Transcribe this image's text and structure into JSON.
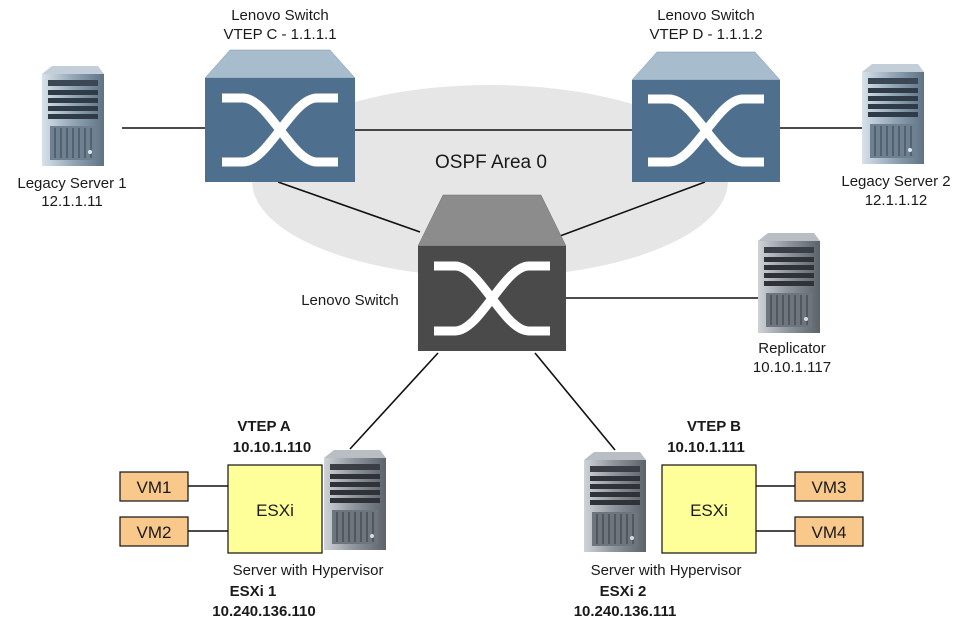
{
  "area": {
    "label": "OSPF Area 0"
  },
  "switches": {
    "vtep_c": {
      "name": "Lenovo Switch",
      "vtep": "VTEP C - 1.1.1.1"
    },
    "vtep_d": {
      "name": "Lenovo Switch",
      "vtep": "VTEP D - 1.1.1.2"
    },
    "core": {
      "name": "Lenovo Switch"
    }
  },
  "servers": {
    "legacy1": {
      "name": "Legacy Server 1",
      "ip": "12.1.1.11"
    },
    "legacy2": {
      "name": "Legacy Server 2",
      "ip": "12.1.1.12"
    },
    "replicator": {
      "name": "Replicator",
      "ip": "10.10.1.117"
    }
  },
  "hosts": {
    "a": {
      "vtep": "VTEP A",
      "vtep_ip": "10.10.1.110",
      "hypervisor": "ESXi",
      "caption": "Server with Hypervisor",
      "esxi": "ESXi 1",
      "esxi_ip": "10.240.136.110",
      "vms": [
        "VM1",
        "VM2"
      ]
    },
    "b": {
      "vtep": "VTEP B",
      "vtep_ip": "10.10.1.111",
      "hypervisor": "ESXi",
      "caption": "Server with Hypervisor",
      "esxi": "ESXi 2",
      "esxi_ip": "10.240.136.111",
      "vms": [
        "VM3",
        "VM4"
      ]
    }
  },
  "colors": {
    "vtep_switch_face": "#4f6f8e",
    "vtep_switch_top": "#a7bccd",
    "core_switch_face": "#4a4a4a",
    "core_switch_top": "#8c8c8c",
    "area_fill": "#e6e6e6",
    "esxi_fill": "#ffff99",
    "vm_fill": "#f9c98c"
  }
}
